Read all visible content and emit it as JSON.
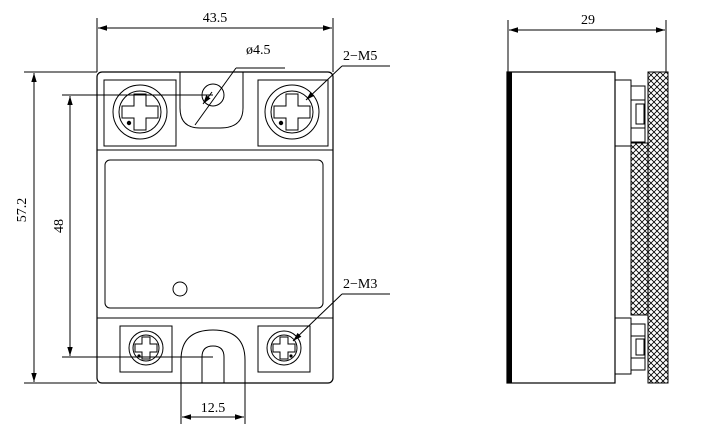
{
  "front_view": {
    "width_dim": "43.5",
    "height_dim": "57.2",
    "mount_spacing_dim": "48",
    "slot_width_dim": "12.5",
    "hole_dia_dim": "ø4.5",
    "terminal_large_label": "2−M5",
    "terminal_small_label": "2−M3"
  },
  "side_view": {
    "depth_dim": "29"
  }
}
